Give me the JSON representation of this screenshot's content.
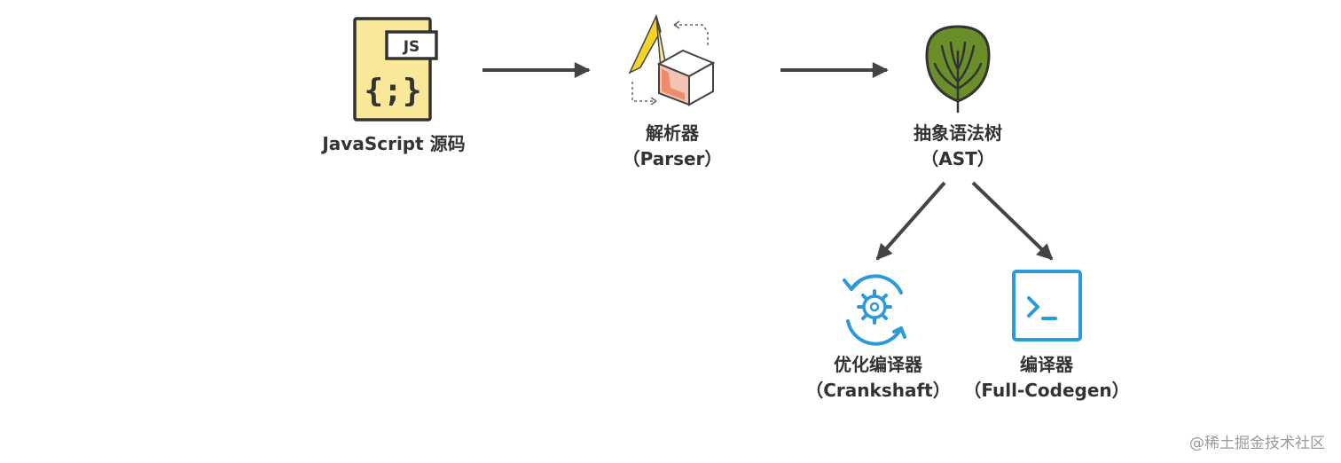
{
  "nodes": {
    "source": {
      "label": "JavaScript 源码",
      "file_badge": "JS",
      "icon": "js-file-icon"
    },
    "parser": {
      "label": "解析器",
      "sublabel": "（Parser）",
      "icon": "parser-icon"
    },
    "ast": {
      "label": "抽象语法树",
      "sublabel": "（AST）",
      "icon": "tree-icon"
    },
    "optimizer": {
      "label": "优化编译器",
      "sublabel": "（Crankshaft）",
      "icon": "gear-cycle-icon"
    },
    "compiler": {
      "label": "编译器",
      "sublabel": "（Full-Codegen）",
      "icon": "terminal-icon"
    }
  },
  "edges": [
    {
      "from": "source",
      "to": "parser"
    },
    {
      "from": "parser",
      "to": "ast"
    },
    {
      "from": "ast",
      "to": "optimizer"
    },
    {
      "from": "ast",
      "to": "compiler"
    }
  ],
  "watermark": "@稀土掘金技术社区",
  "colors": {
    "arrow": "#444444",
    "file_fill": "#f9e79a",
    "file_stroke": "#333333",
    "tree_green": "#6a8f2a",
    "icon_blue": "#2b9ad9",
    "parser_yellow": "#f5d327",
    "parser_orange": "#ef8c6e"
  }
}
